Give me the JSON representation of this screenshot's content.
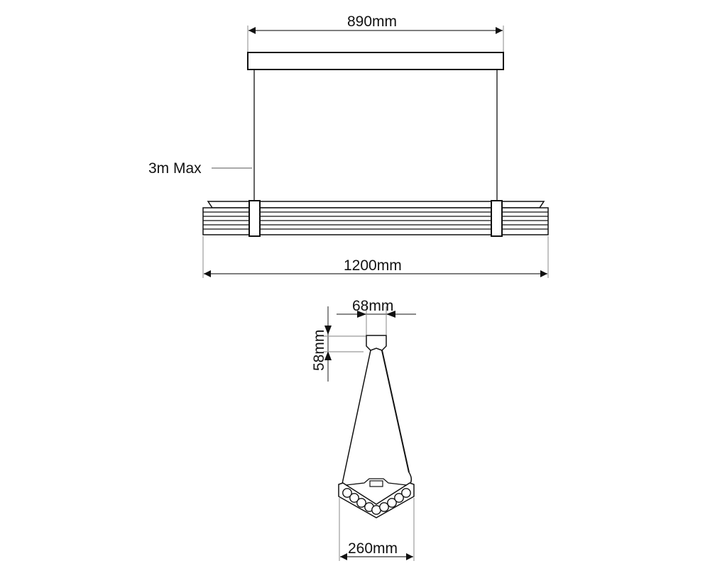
{
  "diagram": {
    "type": "technical-dimension-drawing",
    "subject": "linear pendant light",
    "front_view": {
      "canopy_width_label": "890mm",
      "suspension_label": "3m Max",
      "body_length_label": "1200mm"
    },
    "side_view": {
      "canopy_width_label": "68mm",
      "canopy_height_label": "58mm",
      "body_width_label": "260mm",
      "light_count": 9
    },
    "colors": {
      "line": "#111111",
      "dimension_line": "#555555",
      "background": "#ffffff"
    }
  }
}
